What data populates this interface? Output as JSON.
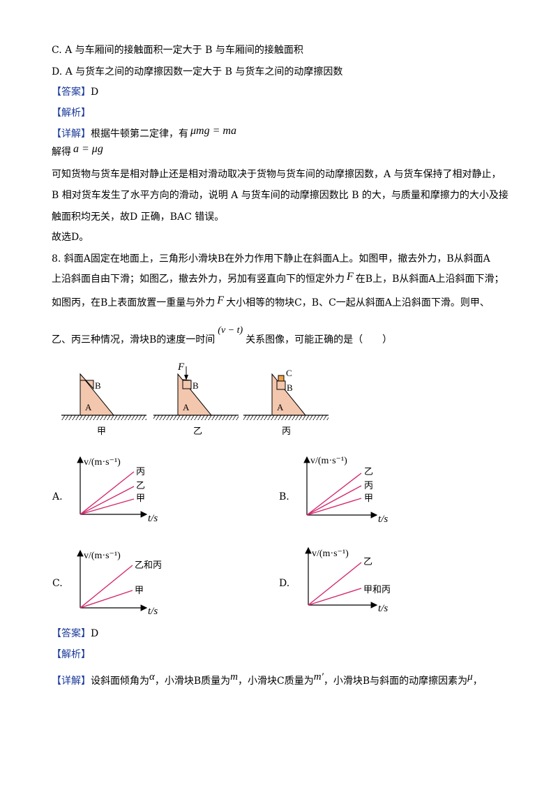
{
  "lines": {
    "c": "C. A 与车厢间的接触面积一定大于 B 与车厢间的接触面积",
    "d": "D. A 与货车之间的动摩擦因数一定大于 B 与货车之间的动摩擦因数",
    "ans1_tag": "【答案】",
    "ans1_val": "D",
    "jiexi1": "【解析】",
    "xiangjie1_tag": "【详解】",
    "xiangjie1_text": "根据牛顿第二定律，有",
    "formula1": "μmg = ma",
    "jiede": "解得",
    "formula2": "a = μg",
    "p1": "可知货物与货车是相对静止还是相对滑动取决于货物与货车间的动摩擦因数，A 与货车保持了相对静止，",
    "p2": "B 相对货车发生了水平方向的滑动，说明 A 与货车间的动摩擦因数比 B 的大，与质量和摩擦力的大小及接",
    "p3": "触面积均无关，故D 正确，BAC 错误。",
    "p4": "故选D。",
    "q8_1": "8. 斜面A固定在地面上，三角形小滑块B在外力作用下静止在斜面A上。如图甲，撤去外力，B从斜面A",
    "q8_2a": "上沿斜面自由下滑；如图乙，撤去外力，另加有竖直向下的恒定外力",
    "q8_2F": "F",
    "q8_2b": "在B上，B从斜面A上沿斜面下滑；",
    "q8_3a": "如图丙，在B上表面放置一重量与外力",
    "q8_3F": "F",
    "q8_3b": "大小相等的物块C，B、C一起从斜面A上沿斜面下滑。则甲、",
    "q8_4a": "乙、丙三种情况，滑块B的速度一时间",
    "q8_4vt": "(v − t)",
    "q8_4b": "关系图像，可能正确的是（　　）",
    "ans2_tag": "【答案】",
    "ans2_val": "D",
    "jiexi2": "【解析】",
    "last_tag": "【详解】",
    "last_1": "设斜面倾角为",
    "alpha": "α",
    "last_2": "，小滑块B质量为",
    "m": "m",
    "last_3": "，小滑块C质量为",
    "mp": "m′",
    "last_4": "，小滑块B与斜面的动摩擦因素为",
    "mu": "μ",
    "last_5": "，"
  },
  "figures": {
    "A_label": "A",
    "B_label": "B",
    "C_label": "C",
    "F_label": "F",
    "captions": [
      "甲",
      "乙",
      "丙"
    ]
  },
  "options": {
    "ylabel": "v/(m·s⁻¹)",
    "xlabel": "t/s",
    "A": {
      "letter": "A.",
      "lines": [
        "丙",
        "乙",
        "甲"
      ]
    },
    "B": {
      "letter": "B.",
      "lines": [
        "乙",
        "丙",
        "甲"
      ]
    },
    "C": {
      "letter": "C.",
      "lines": [
        "乙和丙",
        "甲"
      ]
    },
    "D": {
      "letter": "D.",
      "lines": [
        "乙",
        "甲和丙"
      ]
    }
  },
  "colors": {
    "line": "#d4286e",
    "block": "#f3c7ae",
    "tag": "#1a3a9a"
  }
}
